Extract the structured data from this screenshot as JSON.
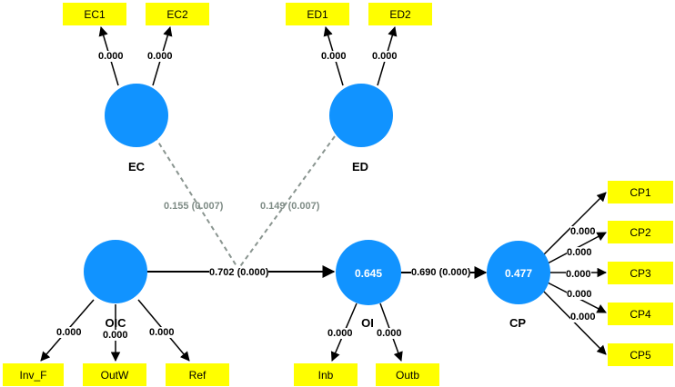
{
  "colors": {
    "indicator_fill": "#ffff00",
    "construct_fill": "#1193ff",
    "edge_dark": "#000000",
    "edge_grey": "#8a9590"
  },
  "constructs": {
    "EC": {
      "name": "EC",
      "value": ""
    },
    "ED": {
      "name": "ED",
      "value": ""
    },
    "OIC": {
      "name": "OIC",
      "value": ""
    },
    "OI": {
      "name": "OI",
      "value": "0.645"
    },
    "CP": {
      "name": "CP",
      "value": "0.477"
    }
  },
  "indicators": {
    "EC1": "EC1",
    "EC2": "EC2",
    "ED1": "ED1",
    "ED2": "ED2",
    "CP1": "CP1",
    "CP2": "CP2",
    "CP3": "CP3",
    "CP4": "CP4",
    "CP5": "CP5",
    "Inv_F": "Inv_F",
    "OutW": "OutW",
    "Ref": "Ref",
    "Inb": "Inb",
    "Outb": "Outb"
  },
  "loadings": {
    "EC1": "0.000",
    "EC2": "0.000",
    "ED1": "0.000",
    "ED2": "0.000",
    "CP1": "0.000",
    "CP2": "0.000",
    "CP3": "0.000",
    "CP4": "0.000",
    "CP5": "0.000",
    "Inv_F": "0.000",
    "OutW": "0.000",
    "Ref": "0.000",
    "Inb": "0.000",
    "Outb": "0.000"
  },
  "paths": {
    "EC_moderation": "0.155 (0.007)",
    "ED_moderation": "0.149 (0.007)",
    "OIC_OI": "0.702 (0.000)",
    "OI_CP": "0.690 (0.000)"
  }
}
